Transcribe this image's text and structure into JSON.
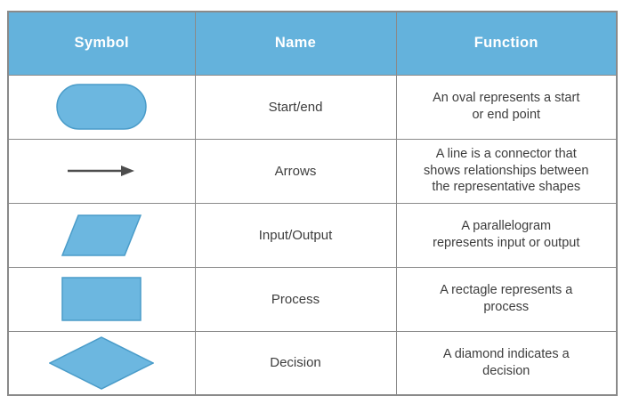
{
  "page_title": "Flowchart symbols reference table",
  "colors": {
    "header_bg": "#64b2dc",
    "header_text": "#ffffff",
    "shape_fill": "#6cb7e0",
    "shape_border": "#4a9cc9",
    "arrow_color": "#4d4d4d",
    "grid_border": "#8a8a8a",
    "body_text": "#3d3d3d"
  },
  "table": {
    "headers": [
      "Symbol",
      "Name",
      "Function"
    ],
    "rows": [
      {
        "symbol": "oval",
        "name": "Start/end",
        "function": "An oval represents a start\nor end point"
      },
      {
        "symbol": "arrow",
        "name": "Arrows",
        "function": "A line is a connector that\nshows relationships between\nthe representative shapes"
      },
      {
        "symbol": "parallelogram",
        "name": "Input/Output",
        "function": "A parallelogram\nrepresents input or output"
      },
      {
        "symbol": "rectangle",
        "name": "Process",
        "function": "A rectagle represents a\nprocess"
      },
      {
        "symbol": "diamond",
        "name": "Decision",
        "function": "A diamond indicates a\ndecision"
      }
    ]
  }
}
